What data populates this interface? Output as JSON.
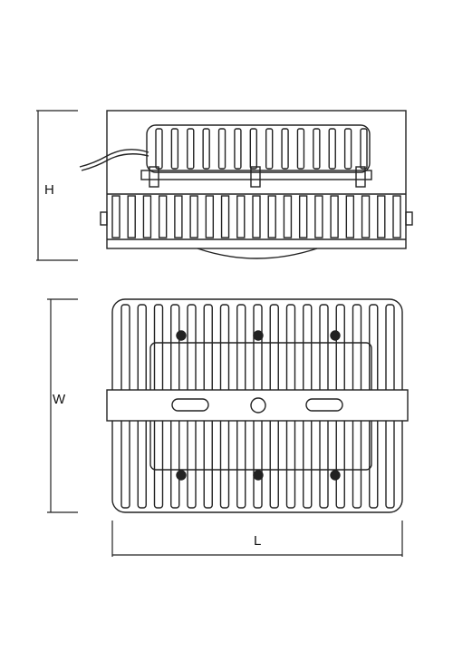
{
  "dimensions": {
    "height_label": "H",
    "width_label": "W",
    "length_label": "L"
  },
  "views": {
    "side_view": {
      "fin_count_lower": 19,
      "fin_count_housing": 14,
      "mount_screws": 3
    },
    "top_view": {
      "fin_count": 17,
      "mount_bolts": 6,
      "bracket_slots": 2
    }
  },
  "colors": {
    "line": "#222222",
    "fill": "#ffffff"
  }
}
